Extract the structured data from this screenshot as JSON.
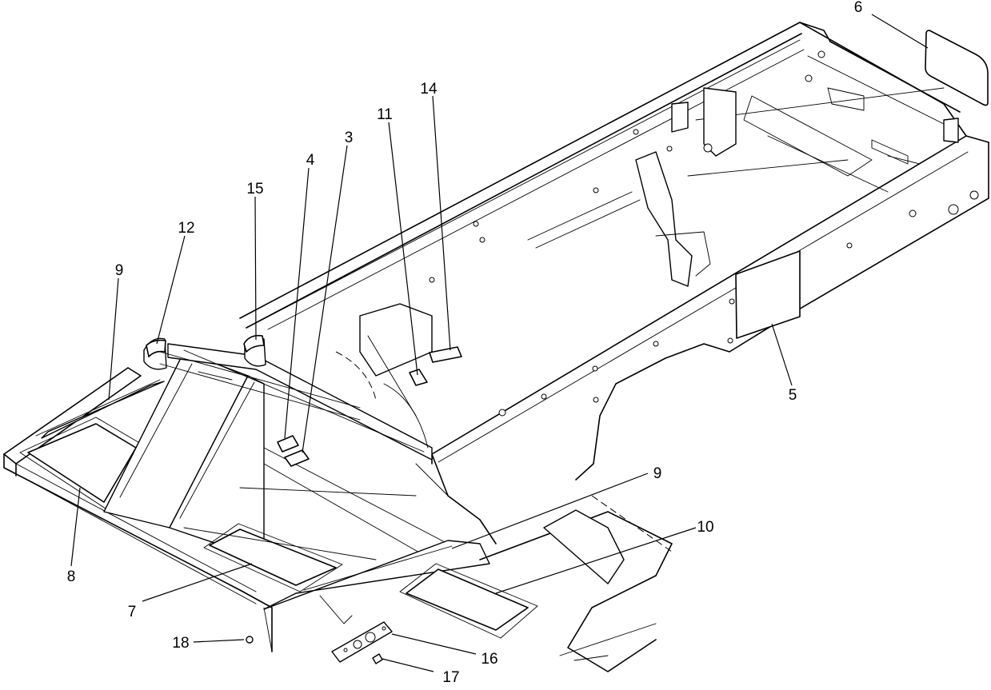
{
  "diagram": {
    "callouts": [
      {
        "id": "c6",
        "label": "6"
      },
      {
        "id": "c14",
        "label": "14"
      },
      {
        "id": "c11",
        "label": "11"
      },
      {
        "id": "c3",
        "label": "3"
      },
      {
        "id": "c4",
        "label": "4"
      },
      {
        "id": "c15",
        "label": "15"
      },
      {
        "id": "c12",
        "label": "12"
      },
      {
        "id": "c9a",
        "label": "9"
      },
      {
        "id": "c5",
        "label": "5"
      },
      {
        "id": "c9b",
        "label": "9"
      },
      {
        "id": "c10",
        "label": "10"
      },
      {
        "id": "c8",
        "label": "8"
      },
      {
        "id": "c7",
        "label": "7"
      },
      {
        "id": "c18",
        "label": "18"
      },
      {
        "id": "c16",
        "label": "16"
      },
      {
        "id": "c17",
        "label": "17"
      }
    ]
  }
}
